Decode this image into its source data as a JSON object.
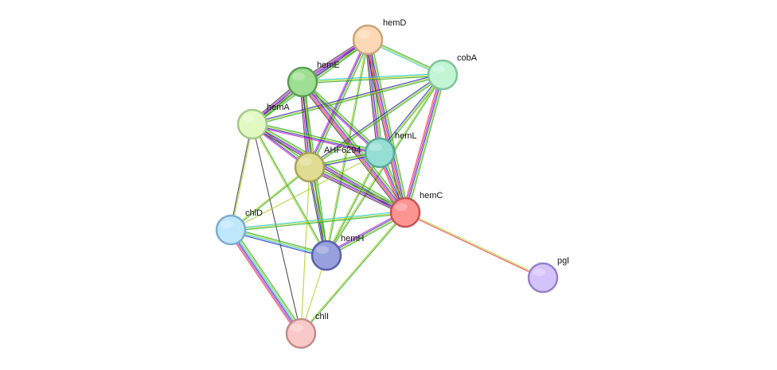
{
  "network": {
    "nodes": [
      {
        "id": "hemD",
        "label": "hemD",
        "fill": "#fcd9b4",
        "stroke": "#c9a47c"
      },
      {
        "id": "cobA",
        "label": "cobA",
        "fill": "#c1f5d4",
        "stroke": "#7fc49a"
      },
      {
        "id": "hemE",
        "label": "hemE",
        "fill": "#9edf93",
        "stroke": "#5c9e52"
      },
      {
        "id": "hemA",
        "label": "hemA",
        "fill": "#e1fac4",
        "stroke": "#a5c986"
      },
      {
        "id": "AHF6294",
        "label": "AHF6294",
        "fill": "#e0dc94",
        "stroke": "#a8a35a"
      },
      {
        "id": "hemL",
        "label": "hemL",
        "fill": "#95ded3",
        "stroke": "#5ca89c"
      },
      {
        "id": "hemC",
        "label": "hemC",
        "fill": "#fc9492",
        "stroke": "#c25555"
      },
      {
        "id": "chlD",
        "label": "chlD",
        "fill": "#bfe7fc",
        "stroke": "#7eaccd"
      },
      {
        "id": "hemH",
        "label": "hemH",
        "fill": "#98a0de",
        "stroke": "#5a62a8"
      },
      {
        "id": "chlI",
        "label": "chlI",
        "fill": "#f9c9c8",
        "stroke": "#c48a8a"
      },
      {
        "id": "pgl",
        "label": "pgl",
        "fill": "#d4c3fb",
        "stroke": "#9582c7"
      }
    ],
    "edges": [
      {
        "source": "hemD",
        "target": "cobA",
        "colors": [
          "#22aa22",
          "#aacc22",
          "#22cccc"
        ]
      },
      {
        "source": "hemD",
        "target": "hemE",
        "colors": [
          "#22aa22",
          "#aacc22",
          "#2222cc",
          "#cc22cc",
          "#333333"
        ]
      },
      {
        "source": "hemD",
        "target": "hemA",
        "colors": [
          "#22aa22",
          "#aacc22",
          "#2222cc",
          "#cc22cc"
        ]
      },
      {
        "source": "hemD",
        "target": "AHF6294",
        "colors": [
          "#22aa22",
          "#aacc22",
          "#2222cc",
          "#cc22cc"
        ]
      },
      {
        "source": "hemD",
        "target": "hemL",
        "colors": [
          "#22aa22",
          "#aacc22",
          "#2222cc",
          "#cc22cc",
          "#333333"
        ]
      },
      {
        "source": "hemD",
        "target": "hemC",
        "colors": [
          "#22aa22",
          "#aacc22",
          "#2222cc",
          "#cc22cc",
          "#ee3333",
          "#333333"
        ]
      },
      {
        "source": "hemD",
        "target": "hemH",
        "colors": [
          "#22aa22",
          "#aacc22"
        ]
      },
      {
        "source": "cobA",
        "target": "hemE",
        "colors": [
          "#22aa22",
          "#aacc22",
          "#22cccc"
        ]
      },
      {
        "source": "cobA",
        "target": "hemA",
        "colors": [
          "#22aa22",
          "#aacc22",
          "#2222cc"
        ]
      },
      {
        "source": "cobA",
        "target": "AHF6294",
        "colors": [
          "#22aa22",
          "#aacc22",
          "#2222cc"
        ]
      },
      {
        "source": "cobA",
        "target": "hemL",
        "colors": [
          "#22aa22",
          "#aacc22",
          "#2222cc"
        ]
      },
      {
        "source": "cobA",
        "target": "hemC",
        "colors": [
          "#22aa22",
          "#aacc22",
          "#2222cc",
          "#cc22cc",
          "#ee3333"
        ]
      },
      {
        "source": "cobA",
        "target": "hemH",
        "colors": [
          "#22aa22",
          "#aacc22"
        ]
      },
      {
        "source": "hemE",
        "target": "hemA",
        "colors": [
          "#22aa22",
          "#aacc22",
          "#2222cc",
          "#cc22cc",
          "#333333"
        ]
      },
      {
        "source": "hemE",
        "target": "AHF6294",
        "colors": [
          "#22aa22",
          "#aacc22",
          "#2222cc",
          "#cc22cc",
          "#333333"
        ]
      },
      {
        "source": "hemE",
        "target": "hemL",
        "colors": [
          "#22aa22",
          "#aacc22",
          "#2222cc",
          "#cc22cc"
        ]
      },
      {
        "source": "hemE",
        "target": "hemC",
        "colors": [
          "#22aa22",
          "#aacc22",
          "#2222cc",
          "#cc22cc",
          "#ee3333",
          "#333333"
        ]
      },
      {
        "source": "hemE",
        "target": "hemH",
        "colors": [
          "#22aa22",
          "#aacc22",
          "#333333"
        ]
      },
      {
        "source": "hemA",
        "target": "AHF6294",
        "colors": [
          "#22aa22",
          "#aacc22",
          "#2222cc",
          "#cc22cc"
        ]
      },
      {
        "source": "hemA",
        "target": "hemL",
        "colors": [
          "#22aa22",
          "#aacc22",
          "#2222cc",
          "#cc22cc"
        ]
      },
      {
        "source": "hemA",
        "target": "hemC",
        "colors": [
          "#22aa22",
          "#aacc22",
          "#2222cc",
          "#cc22cc",
          "#333333"
        ]
      },
      {
        "source": "hemA",
        "target": "chlD",
        "colors": [
          "#aacc22",
          "#333333"
        ]
      },
      {
        "source": "hemA",
        "target": "hemH",
        "colors": [
          "#22aa22",
          "#aacc22"
        ]
      },
      {
        "source": "hemA",
        "target": "chlI",
        "colors": [
          "#333333"
        ]
      },
      {
        "source": "AHF6294",
        "target": "hemL",
        "colors": [
          "#22aa22",
          "#aacc22",
          "#2222cc"
        ]
      },
      {
        "source": "AHF6294",
        "target": "hemC",
        "colors": [
          "#22aa22",
          "#aacc22",
          "#2222cc",
          "#cc22cc",
          "#333333"
        ]
      },
      {
        "source": "AHF6294",
        "target": "chlD",
        "colors": [
          "#22aa22",
          "#aacc22"
        ]
      },
      {
        "source": "AHF6294",
        "target": "hemH",
        "colors": [
          "#22aa22",
          "#aacc22",
          "#2222cc",
          "#333333"
        ]
      },
      {
        "source": "AHF6294",
        "target": "chlI",
        "colors": [
          "#aacc22"
        ]
      },
      {
        "source": "hemL",
        "target": "hemC",
        "colors": [
          "#22aa22",
          "#aacc22",
          "#2222cc",
          "#cc22cc",
          "#ee3333"
        ]
      },
      {
        "source": "hemL",
        "target": "chlD",
        "colors": [
          "#aacc22"
        ]
      },
      {
        "source": "hemL",
        "target": "hemH",
        "colors": [
          "#22aa22",
          "#aacc22"
        ]
      },
      {
        "source": "hemC",
        "target": "chlD",
        "colors": [
          "#22aa22",
          "#aacc22",
          "#22cccc"
        ]
      },
      {
        "source": "hemC",
        "target": "hemH",
        "colors": [
          "#22aa22",
          "#aacc22",
          "#2222cc",
          "#cc22cc"
        ]
      },
      {
        "source": "hemC",
        "target": "chlI",
        "colors": [
          "#22aa22",
          "#aacc22"
        ]
      },
      {
        "source": "hemC",
        "target": "pgl",
        "colors": [
          "#aacc22",
          "#ee3333"
        ]
      },
      {
        "source": "chlD",
        "target": "hemH",
        "colors": [
          "#22aa22",
          "#aacc22",
          "#22cccc",
          "#2222cc"
        ]
      },
      {
        "source": "chlD",
        "target": "chlI",
        "colors": [
          "#22aa22",
          "#aacc22",
          "#22cccc",
          "#2222cc",
          "#cc22cc",
          "#ee3333"
        ]
      },
      {
        "source": "hemH",
        "target": "chlI",
        "colors": [
          "#aacc22"
        ]
      }
    ]
  }
}
